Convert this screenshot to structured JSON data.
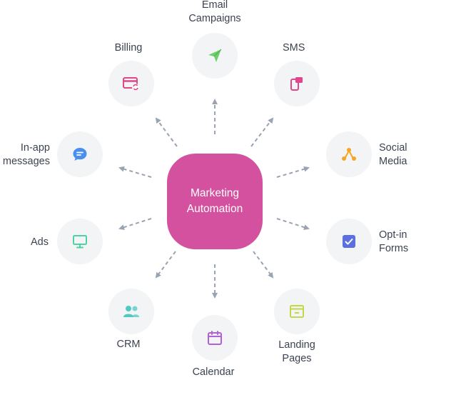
{
  "hub": {
    "label": "Marketing\nAutomation",
    "color": "#d4519f"
  },
  "nodes": [
    {
      "id": "email",
      "label": "Email\nCampaigns",
      "icon": "paper-plane-icon",
      "color": "#6ccf6b"
    },
    {
      "id": "sms",
      "label": "SMS",
      "icon": "mobile-message-icon",
      "color": "#e04689"
    },
    {
      "id": "social",
      "label": "Social\nMedia",
      "icon": "share-nodes-icon",
      "color": "#f5a623"
    },
    {
      "id": "optin",
      "label": "Opt-in\nForms",
      "icon": "checkbox-icon",
      "color": "#5b6fe0"
    },
    {
      "id": "landing",
      "label": "Landing\nPages",
      "icon": "browser-window-icon",
      "color": "#c5d64a"
    },
    {
      "id": "calendar",
      "label": "Calendar",
      "icon": "calendar-icon",
      "color": "#b35fd6"
    },
    {
      "id": "crm",
      "label": "CRM",
      "icon": "users-icon",
      "color": "#4fc9c2"
    },
    {
      "id": "ads",
      "label": "Ads",
      "icon": "monitor-icon",
      "color": "#4fd1a0"
    },
    {
      "id": "inapp",
      "label": "In-app\nmessages",
      "icon": "chat-bubble-icon",
      "color": "#4a8ff0"
    },
    {
      "id": "billing",
      "label": "Billing",
      "icon": "credit-card-icon",
      "color": "#e04689"
    }
  ],
  "colors": {
    "node_bg": "#f3f4f6",
    "arrow": "#9aa3b2",
    "text": "#3c4350"
  }
}
